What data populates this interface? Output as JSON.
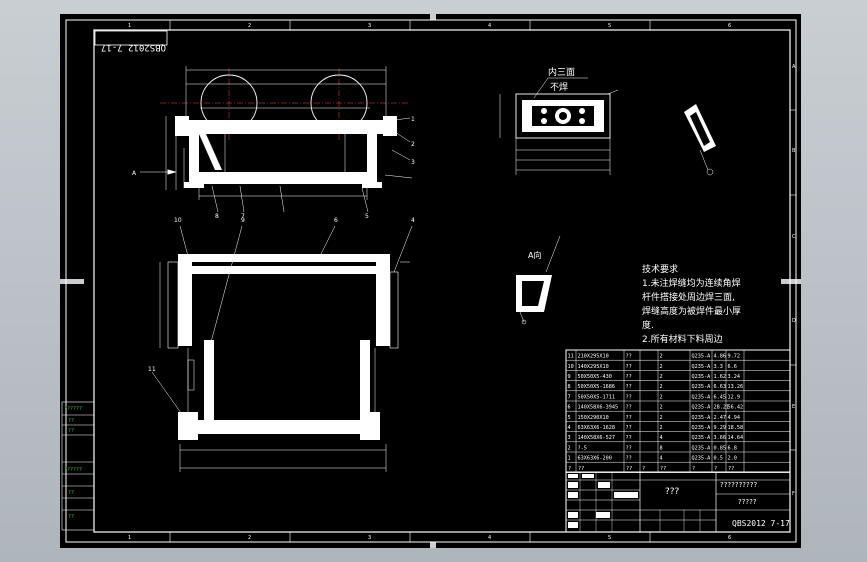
{
  "drawing": {
    "code_stamp": "QBS2012 7-17",
    "view_label_a": "A",
    "section_a_label": "A向",
    "inner_three_label": "内三面",
    "no_weld_label": "不焊",
    "colors": {
      "background": "#000000",
      "line": "#ffffff",
      "accent_red": "#ff3b3b",
      "green_text": "#2ec82e",
      "frame_gray": "#c9ced3"
    }
  },
  "grid": {
    "top": [
      "1",
      "2",
      "3",
      "4",
      "5",
      "6"
    ],
    "bottom": [
      "1",
      "2",
      "3",
      "4",
      "5",
      "6"
    ],
    "right": [
      "A",
      "B",
      "C",
      "D",
      "E",
      "F"
    ]
  },
  "balloons": {
    "front": [
      "1",
      "2",
      "3",
      "8",
      "7",
      "5"
    ],
    "top": [
      "10",
      "9",
      "6",
      "4",
      "11"
    ]
  },
  "tech_requirements": {
    "title": "技术要求",
    "lines": [
      "1.未注焊缝均为连续角焊",
      "杆件搭接处周边焊三面,",
      "焊缝高度为被焊件最小厚",
      "度.",
      "2.所有材料下料周边"
    ]
  },
  "parts": [
    {
      "no": "11",
      "spec": "210X295X10",
      "std": "??",
      "qty": "2",
      "mat": "Q235-A",
      "unit": "4.86",
      "total": "9.72"
    },
    {
      "no": "10",
      "spec": "140X295X10",
      "std": "??",
      "qty": "2",
      "mat": "Q235-A",
      "unit": "3.3",
      "total": "6.6"
    },
    {
      "no": "9",
      "spec": "50X50X5-430",
      "std": "??",
      "qty": "2",
      "mat": "Q235-A",
      "unit": "1.62",
      "total": "3.24"
    },
    {
      "no": "8",
      "spec": "50X50X5-1686",
      "std": "??",
      "qty": "2",
      "mat": "Q235-A",
      "unit": "6.63",
      "total": "13.26"
    },
    {
      "no": "7",
      "spec": "50X50X5-1711",
      "std": "??",
      "qty": "2",
      "mat": "Q235-A",
      "unit": "6.45",
      "total": "12.9"
    },
    {
      "no": "6",
      "spec": "140X58X6-3945",
      "std": "??",
      "qty": "2",
      "mat": "Q235-A",
      "unit": "28.21",
      "total": "56.42"
    },
    {
      "no": "5",
      "spec": "150X290X10",
      "std": "??",
      "qty": "2",
      "mat": "Q235-A",
      "unit": "2.47",
      "total": "4.94"
    },
    {
      "no": "4",
      "spec": "63X63X6-1628",
      "std": "??",
      "qty": "2",
      "mat": "Q235-A",
      "unit": "9.29",
      "total": "18.58"
    },
    {
      "no": "3",
      "spec": "140X58X6-527",
      "std": "??",
      "qty": "4",
      "mat": "Q235-A",
      "unit": "3.66",
      "total": "14.64"
    },
    {
      "no": "2",
      "spec": "?-5",
      "std": "??",
      "qty": "8",
      "mat": "Q235-A",
      "unit": "0.85",
      "total": "6.8"
    },
    {
      "no": "1",
      "spec": "63X63X6-200",
      "std": "??",
      "qty": "4",
      "mat": "Q235-A",
      "unit": "0.5",
      "total": "2.0"
    }
  ],
  "parts_header": [
    "?",
    "??",
    "??",
    "?",
    "??",
    "?",
    "?",
    "??"
  ],
  "title_block": {
    "name": "???",
    "company": "??????????",
    "unit": "?????",
    "drawing_no": "QBS2012 7-17"
  },
  "left_stamp": [
    "??????",
    "??",
    "??",
    "??????",
    "??",
    "??"
  ]
}
